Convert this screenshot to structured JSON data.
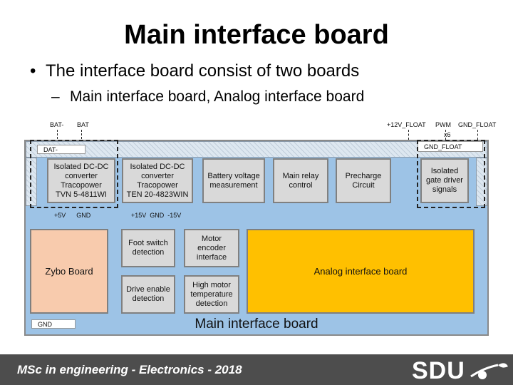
{
  "slide": {
    "title": "Main interface board",
    "bullet": "The interface board consist of two boards",
    "sub_bullet": "Main interface board, Analog interface board"
  },
  "diagram": {
    "top_labels": {
      "bat_minus": "BAT-",
      "bat_plus": "BAT",
      "v12_float": "+12V_FLOAT",
      "pwm": "PWM",
      "gnd_float_top": "GND_FLOAT",
      "pwm_count": "x6"
    },
    "inner_labels": {
      "dat_minus": "DAT-",
      "gnd_float": "GND_FLOAT",
      "gnd": "GND"
    },
    "blocks": {
      "dcdc1": "Isolated DC-DC\nconverter\nTracopower\nTVN 5-4811WI",
      "dcdc2": "Isolated DC-DC\nconverter\nTracopower\nTEN 20-4823WIN",
      "battery": "Battery voltage\nmeasurement",
      "relay": "Main relay\ncontrol",
      "precharge": "Precharge\nCircuit",
      "gate": "Isolated\ngate driver\nsignals",
      "foot": "Foot switch\ndetection",
      "encoder": "Motor\nencoder\ninterface",
      "drive": "Drive enable\ndetection",
      "temp": "High motor\ntemperature\ndetection",
      "zybo": "Zybo Board",
      "analog": "Analog interface board"
    },
    "outputs": {
      "dcdc1_out": "+5V      GND",
      "dcdc2_out": "+15V  GND  -15V"
    },
    "board_title": "Main interface board"
  },
  "footer": {
    "text": "MSc in engineering - Electronics - 2018",
    "logo": "SDU"
  }
}
